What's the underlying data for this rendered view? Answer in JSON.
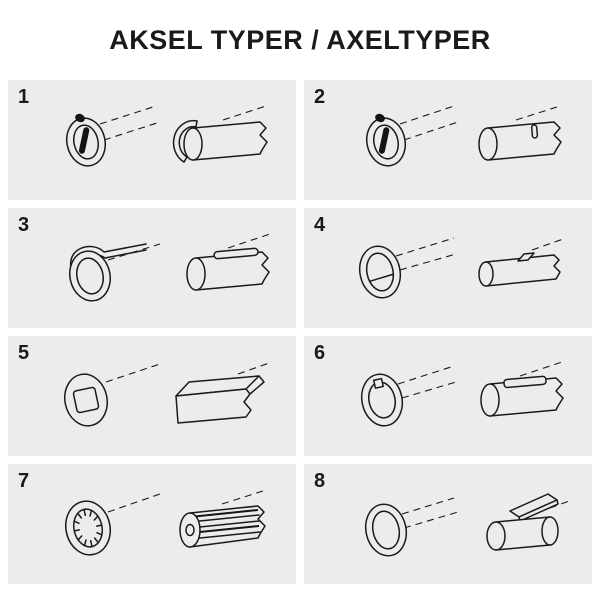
{
  "page": {
    "title": "AKSEL TYPER / AXELTYPER"
  },
  "cells": [
    {
      "number": "1"
    },
    {
      "number": "2"
    },
    {
      "number": "3"
    },
    {
      "number": "4"
    },
    {
      "number": "5"
    },
    {
      "number": "6"
    },
    {
      "number": "7"
    },
    {
      "number": "8"
    }
  ]
}
